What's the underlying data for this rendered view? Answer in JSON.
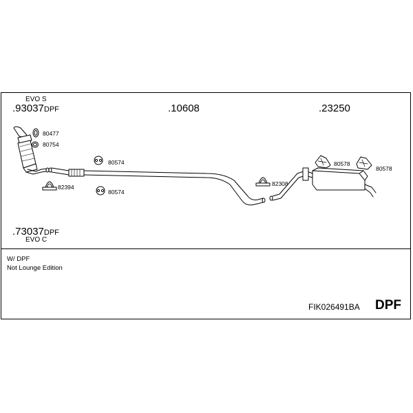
{
  "groups": [
    {
      "number": ".93037",
      "suffix": "DPF",
      "variant": "EVO S"
    },
    {
      "number": ".73037",
      "suffix": "DPF",
      "variant": "EVO C"
    },
    {
      "number": ".10608",
      "suffix": ""
    },
    {
      "number": ".23250",
      "suffix": ""
    }
  ],
  "parts": {
    "p80477": "80477",
    "p80754": "80754",
    "p80574a": "80574",
    "p80574b": "80574",
    "p82394": "82394",
    "p82308": "82308",
    "p80578a": "80578",
    "p80578b": "80578"
  },
  "notes": [
    "W/ DPF",
    "Not Lounge Edition"
  ],
  "footer": {
    "code": "FIK026491BA",
    "type": "DPF"
  }
}
